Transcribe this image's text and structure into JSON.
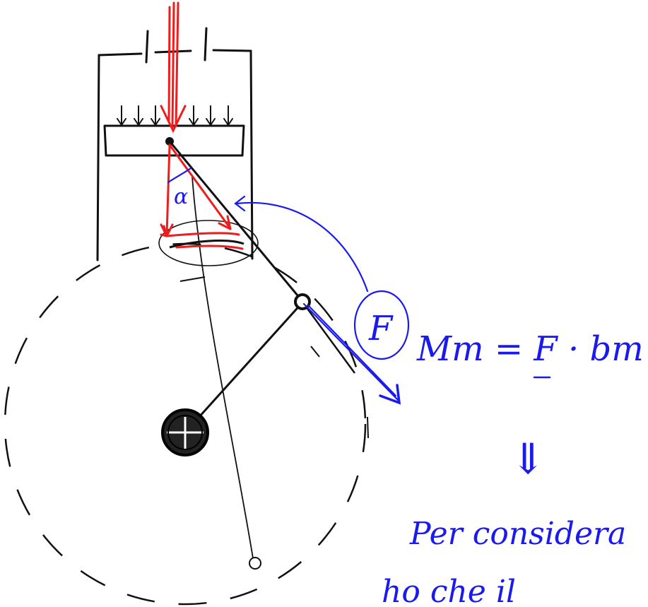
{
  "colors": {
    "ink": "#111111",
    "red": "#ee1c1c",
    "blue": "#1a1aee",
    "background": "#ffffff"
  },
  "labels": {
    "alpha": "α",
    "force": "F",
    "equation": "Mm = F · bm",
    "implies": "⇓",
    "note_line1": "Per considera",
    "note_line2": "ho che il"
  }
}
